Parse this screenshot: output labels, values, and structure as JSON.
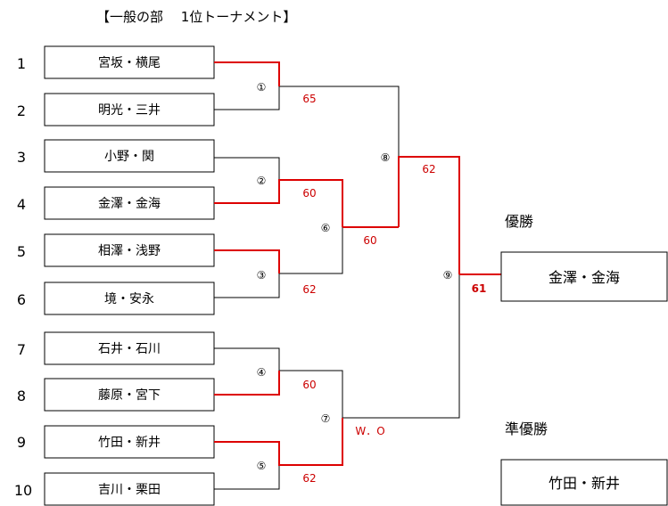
{
  "title": "【一般の部　 1位トーナメント】",
  "teams": [
    {
      "seed": "1",
      "name": "宮坂・横尾"
    },
    {
      "seed": "2",
      "name": "明光・三井"
    },
    {
      "seed": "3",
      "name": "小野・関"
    },
    {
      "seed": "4",
      "name": "金澤・金海"
    },
    {
      "seed": "5",
      "name": "相澤・浅野"
    },
    {
      "seed": "6",
      "name": "境・安永"
    },
    {
      "seed": "7",
      "name": "石井・石川"
    },
    {
      "seed": "8",
      "name": "藤原・宮下"
    },
    {
      "seed": "9",
      "name": "竹田・新井"
    },
    {
      "seed": "10",
      "name": "吉川・栗田"
    }
  ],
  "matches": [
    {
      "label": "①",
      "score": "65"
    },
    {
      "label": "②",
      "score": "60"
    },
    {
      "label": "③",
      "score": "62"
    },
    {
      "label": "④",
      "score": "60"
    },
    {
      "label": "⑤",
      "score": "62"
    },
    {
      "label": "⑥",
      "score": "60"
    },
    {
      "label": "⑦",
      "score": "W．O"
    },
    {
      "label": "⑧",
      "score": "62"
    },
    {
      "label": "⑨",
      "score": "61"
    }
  ],
  "results": {
    "champion_label": "優勝",
    "champion": "金澤・金海",
    "runner_up_label": "準優勝",
    "runner_up": "竹田・新井"
  },
  "colors": {
    "winner_line": "#dd0000",
    "score_text": "#cc0000"
  }
}
